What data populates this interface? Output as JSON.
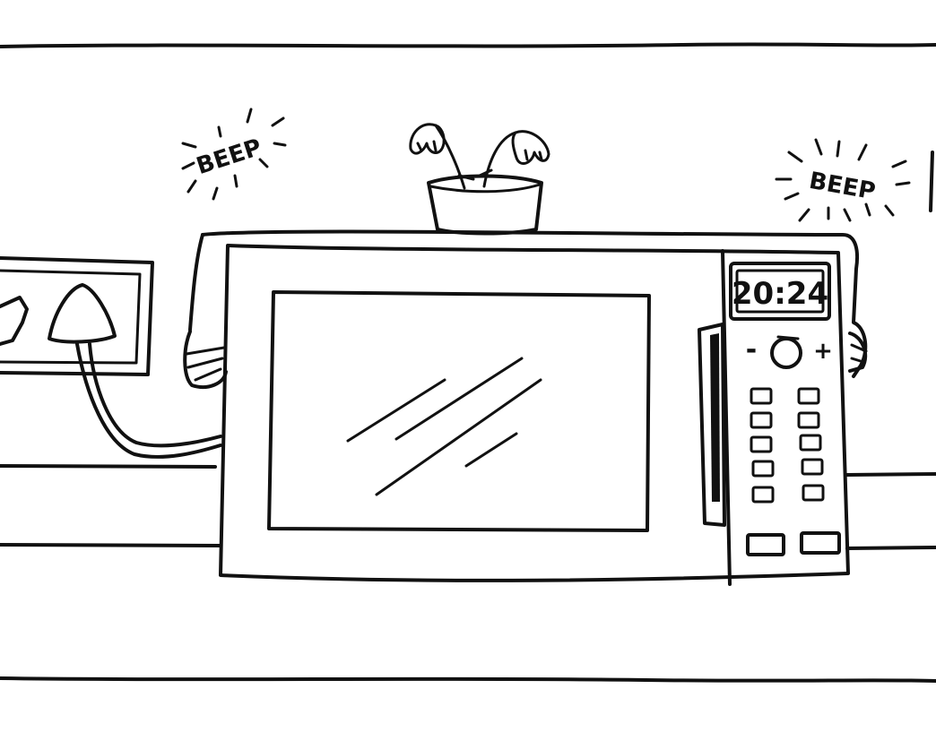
{
  "illustration": {
    "beep_left": "BEEP",
    "beep_right": "BEEP",
    "clock_display": "20:24",
    "dial_minus": "-",
    "dial_plus": "+",
    "ink_color": "#111111",
    "background_color": "#ffffff"
  }
}
